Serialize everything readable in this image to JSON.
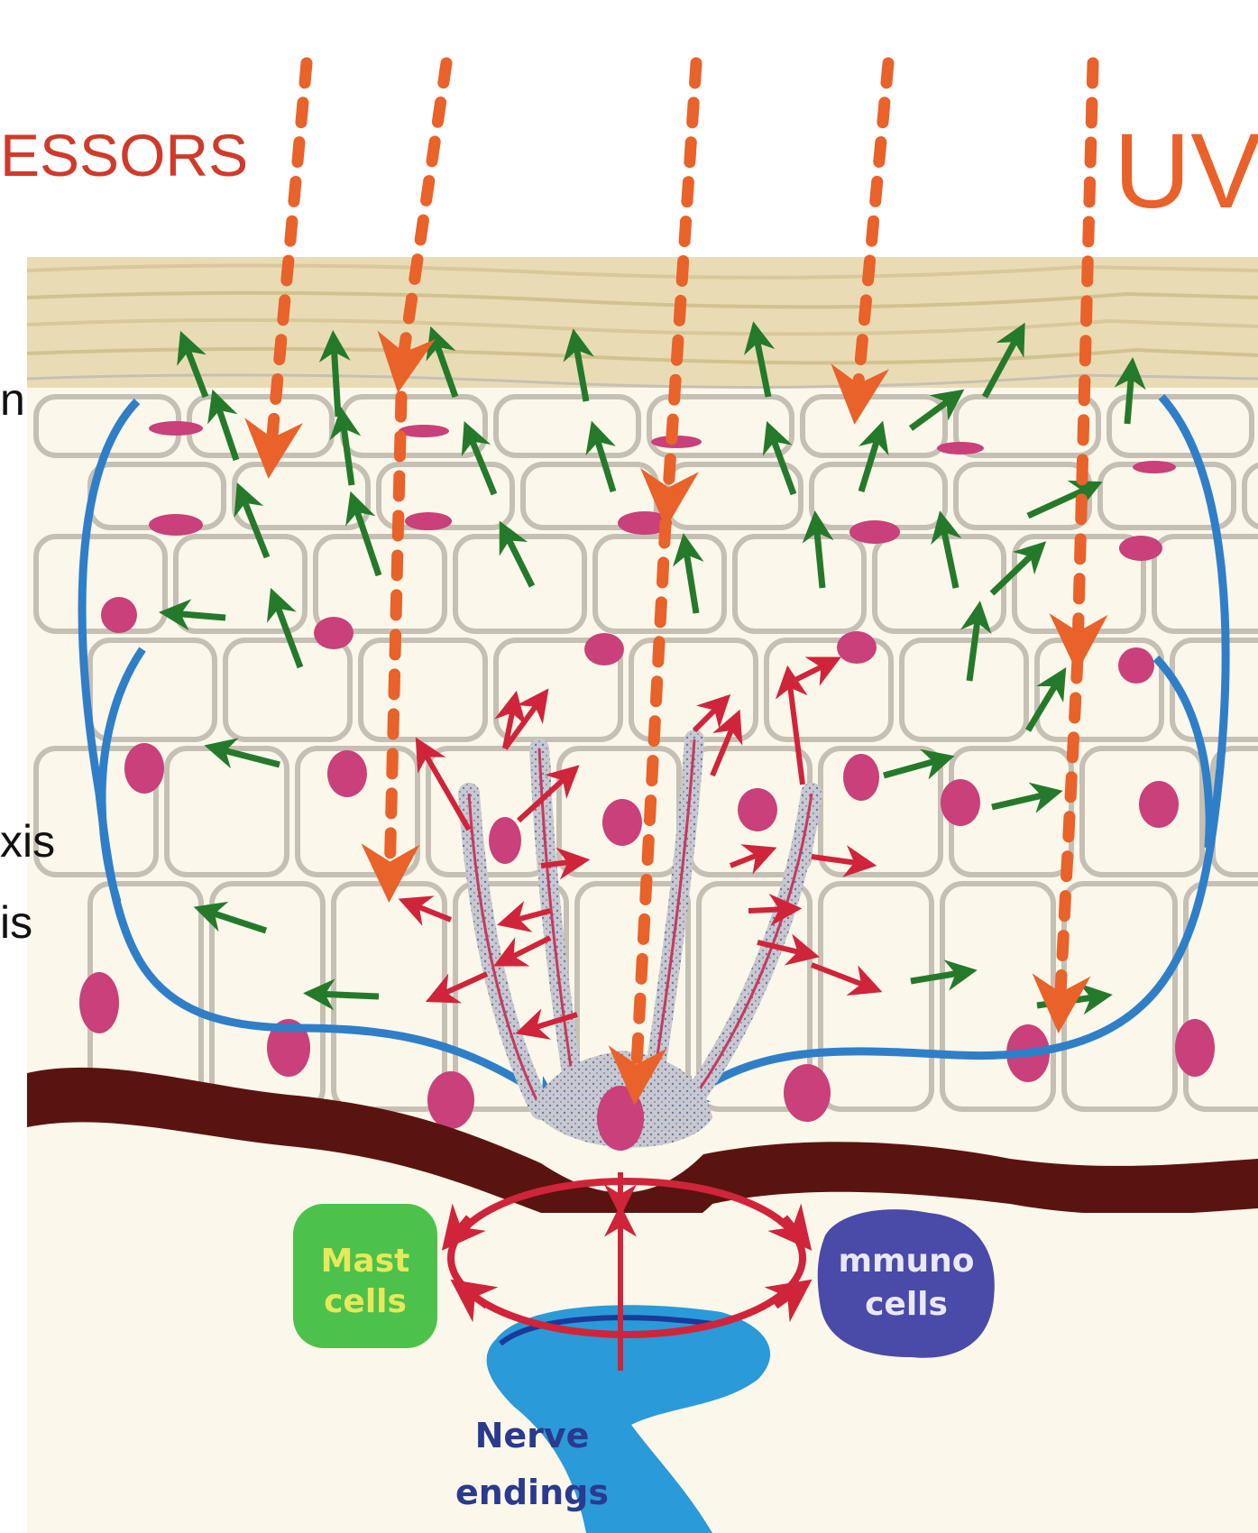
{
  "labels": {
    "stressors": "ESSORS",
    "uv": "UV",
    "side_1": "n",
    "side_2": "xis",
    "side_3": "is",
    "mast_line1": "Mast",
    "mast_line2": "cells",
    "immune_line1": "mmuno",
    "immune_line2": "cells",
    "nerve_line1": "Nerve",
    "nerve_line2": "endings"
  },
  "colors": {
    "stratum_corneum": "#e9dcb4",
    "cell_fill": "#fbf7ea",
    "cell_outline": "#c6c0b4",
    "nucleus": "#c9407a",
    "uv_arrow": "#e8622a",
    "green_arrow": "#247a2a",
    "red_arrow": "#d0243a",
    "blue_loop": "#2f7fc8",
    "basement_membrane": "#5a1410",
    "mast_cells": "#4cc24c",
    "immune_cells": "#4a4aa8",
    "nerve": "#2a9ad8"
  }
}
